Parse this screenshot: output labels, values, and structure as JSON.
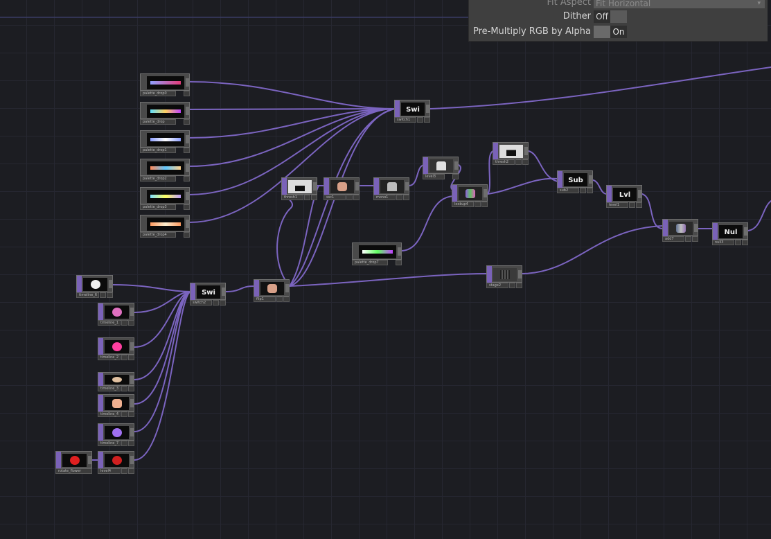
{
  "params": {
    "fit_aspect_label": "Fit Aspect",
    "fit_aspect_value": "Fit Horizontal",
    "dither_label": "Dither",
    "dither_value": "Off",
    "premult_label": "Pre-Multiply RGB by Alpha",
    "premult_value": "On"
  },
  "nodes": {
    "palette_drop0": "palette_drop0",
    "palette_drop": "palette_drop",
    "palette_drop1": "palette_drop1",
    "palette_drop2": "palette_drop2",
    "palette_drop3": "palette_drop3",
    "palette_drop4": "palette_drop4",
    "switch1": "switch1",
    "switch1_op": "Swi",
    "thresh1": "thresh1",
    "ssc1": "ssc1",
    "mono1": "mono1",
    "level3": "level3",
    "lookup4": "lookup4",
    "thresh2": "thresh2",
    "sub2": "sub2",
    "sub2_op": "Sub",
    "level1": "level1",
    "level1_op": "Lvl",
    "add7": "add7",
    "null3": "null3",
    "null3_op": "Nul",
    "palette_drop7": "palette_drop7",
    "stage2": "stage2",
    "flip1": "flip1",
    "switch2": "switch2",
    "switch2_op": "Swi",
    "timeline_6": "timeline_6",
    "timeline_1": "timeline_1",
    "timeline_2": "timeline_2",
    "timeline_3": "timeline_3",
    "timeline_4": "timeline_4",
    "timeline_7": "timeline_7",
    "rotate_flower": "rotate_flower",
    "level4": "level4"
  },
  "colors": {
    "background": "#1c1d22",
    "grid": "#262731",
    "wire": "#7b64c0",
    "node_body": "#4a4a4a",
    "input_port": "#7a62b8",
    "panel": "#3f3f3f"
  }
}
